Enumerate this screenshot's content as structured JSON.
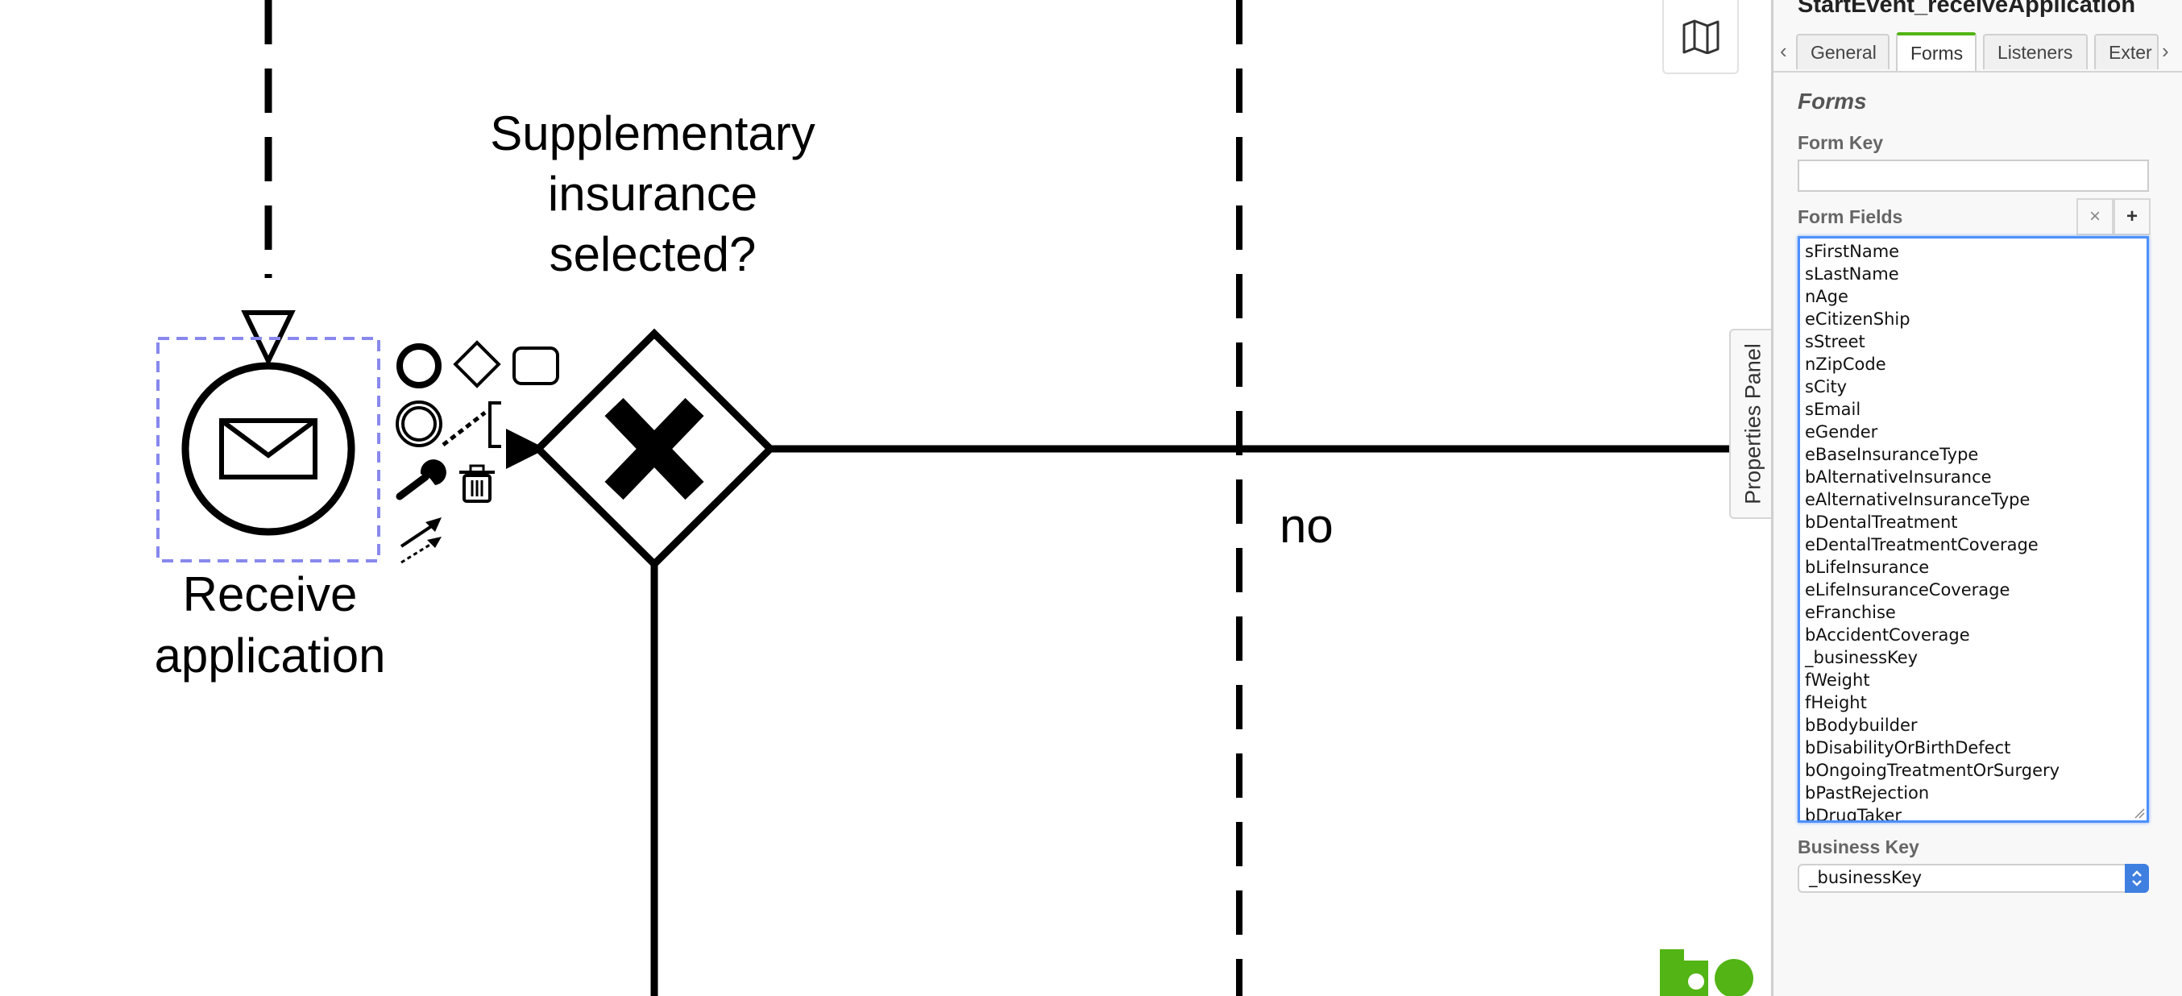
{
  "diagram": {
    "gateway_label_lines": [
      "Supplementary",
      "insurance",
      "selected?"
    ],
    "task_label_lines": [
      "Receive",
      "application"
    ],
    "flow_label": "no",
    "icons": [
      "envelope-icon",
      "exclusive-gateway-x-icon",
      "map-icon",
      "wrench-icon",
      "trash-icon",
      "connect-arrow-icon",
      "camunda-logo-icon"
    ],
    "selection_color": "#8888ee"
  },
  "properties_panel": {
    "toggle_label": "Properties Panel",
    "element_id": "StartEvent_receiveApplication",
    "tabs": [
      "General",
      "Forms",
      "Listeners",
      "Exter"
    ],
    "active_tab": "Forms",
    "tab_prev_glyph": "‹",
    "tab_next_glyph": "›",
    "group_title": "Forms",
    "form_key_label": "Form Key",
    "form_key_value": "",
    "form_fields_label": "Form Fields",
    "remove_glyph": "×",
    "add_glyph": "+",
    "form_fields": [
      "sFirstName",
      "sLastName",
      "nAge",
      "eCitizenShip",
      "sStreet",
      "nZipCode",
      "sCity",
      "sEmail",
      "eGender",
      "eBaseInsuranceType",
      "bAlternativeInsurance",
      "eAlternativeInsuranceType",
      "bDentalTreatment",
      "eDentalTreatmentCoverage",
      "bLifeInsurance",
      "eLifeInsuranceCoverage",
      "eFranchise",
      "bAccidentCoverage",
      "_businessKey",
      "fWeight",
      "fHeight",
      "bBodybuilder",
      "bDisabilityOrBirthDefect",
      "bOngoingTreatmentOrSurgery",
      "bPastRejection",
      "bDrugTaker"
    ],
    "business_key_label": "Business Key",
    "business_key_value": "_businessKey",
    "accent_color": "#52b415",
    "focus_color": "#4d90fe"
  }
}
